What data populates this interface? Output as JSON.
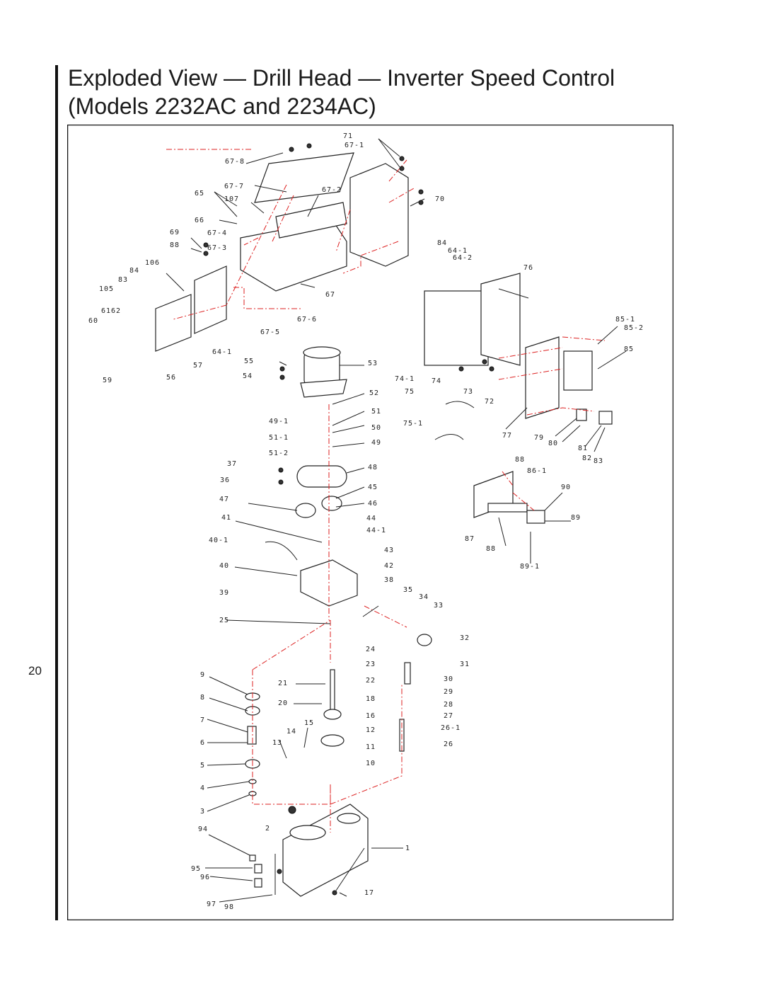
{
  "title": {
    "line1": "Exploded View — Drill Head — Inverter Speed Control",
    "line2": "(Models 2232AC and 2234AC)"
  },
  "page_number": "20",
  "callouts": [
    "71",
    "67-1",
    "67-8",
    "67-7",
    "65",
    "107",
    "67-2",
    "70",
    "66",
    "69",
    "67-4",
    "88",
    "67-3",
    "106",
    "84",
    "83",
    "105",
    "61",
    "62",
    "60",
    "64-1",
    "59",
    "56",
    "57",
    "67",
    "67-6",
    "67-5",
    "84",
    "64-1",
    "64-2",
    "76",
    "55",
    "54",
    "53",
    "52",
    "51",
    "50",
    "49",
    "49-1",
    "51-1",
    "51-2",
    "74-1",
    "74",
    "75",
    "75-1",
    "73",
    "72",
    "77",
    "79",
    "80",
    "81",
    "82",
    "83",
    "85-1",
    "85-2",
    "85",
    "37",
    "36",
    "48",
    "45",
    "47",
    "46",
    "41",
    "44",
    "44-1",
    "40-1",
    "43",
    "40",
    "42",
    "39",
    "38",
    "35",
    "34",
    "33",
    "32",
    "31",
    "25",
    "24",
    "23",
    "9",
    "21",
    "22",
    "30",
    "8",
    "20",
    "18",
    "29",
    "28",
    "7",
    "15",
    "14",
    "16",
    "27",
    "12",
    "26-1",
    "6",
    "13",
    "26",
    "11",
    "5",
    "10",
    "4",
    "3",
    "2",
    "1",
    "94",
    "95",
    "96",
    "17",
    "97",
    "98",
    "88",
    "86-1",
    "90",
    "87",
    "89",
    "88",
    "89-1"
  ]
}
